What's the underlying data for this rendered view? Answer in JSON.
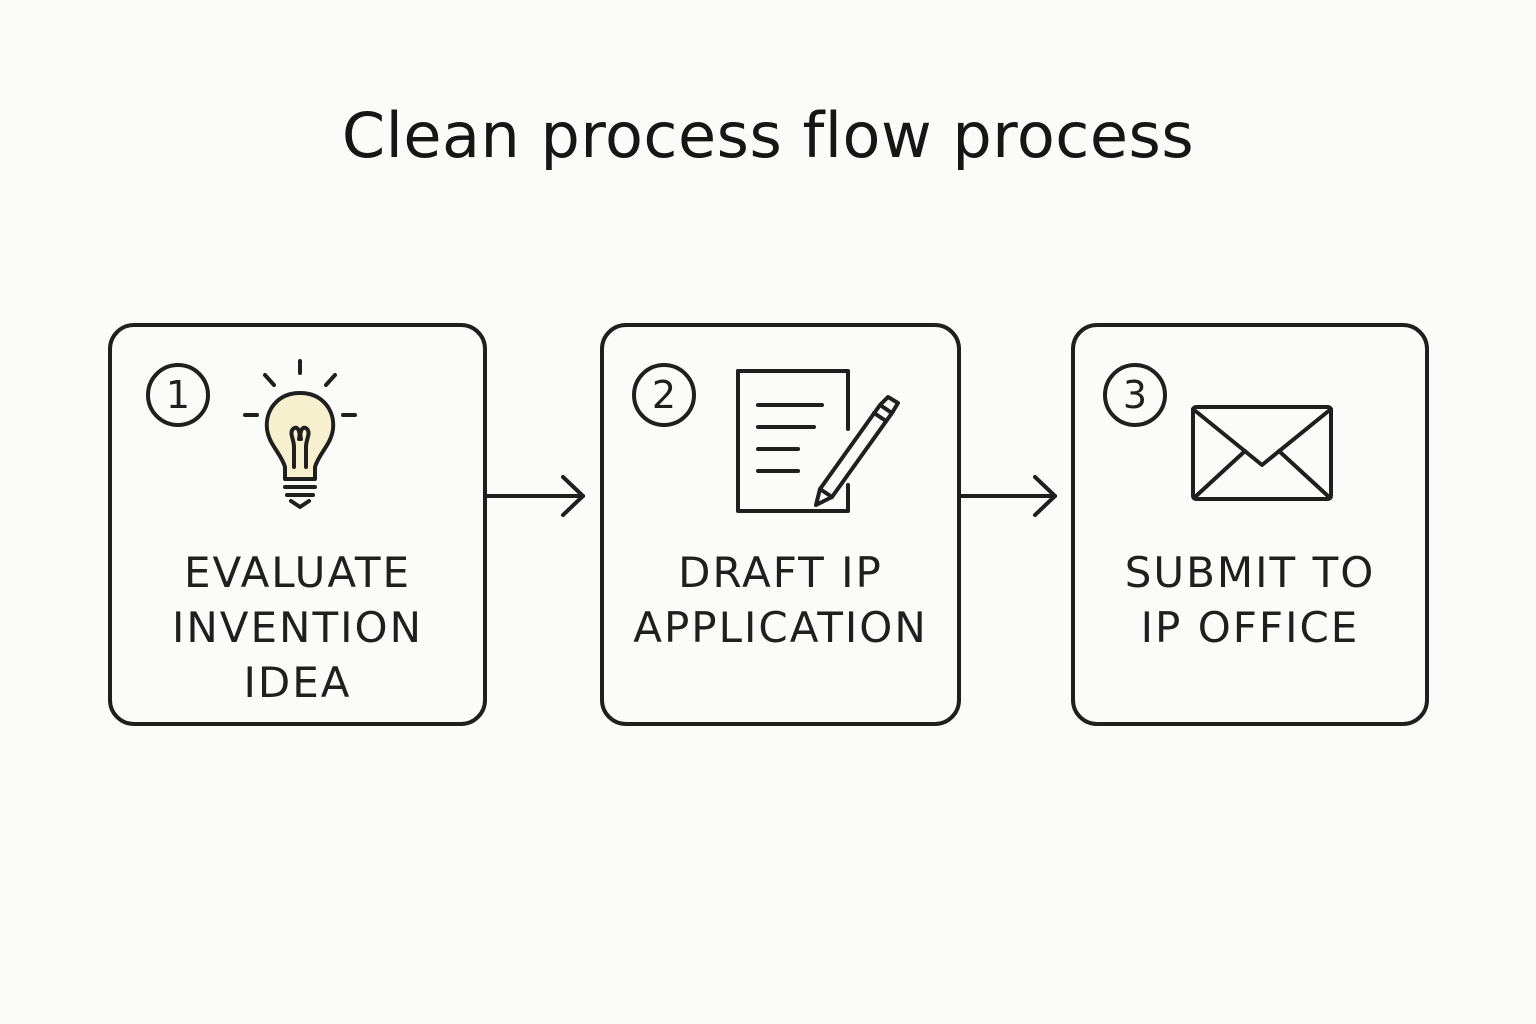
{
  "diagram": {
    "title": "Clean process flow process",
    "steps": [
      {
        "number": "1",
        "icon": "lightbulb-icon",
        "label_lines": [
          "EVALUATE",
          "INVENTION",
          "IDEA"
        ]
      },
      {
        "number": "2",
        "icon": "document-pen-icon",
        "label_lines": [
          "DRAFT IP",
          "APPLICATION"
        ]
      },
      {
        "number": "3",
        "icon": "envelope-icon",
        "label_lines": [
          "SUBMIT TO",
          "IP OFFICE"
        ]
      }
    ],
    "colors": {
      "ink": "#1f1f1f",
      "background": "#fbfbf9",
      "bulb_fill": "#f7f0cf"
    }
  }
}
